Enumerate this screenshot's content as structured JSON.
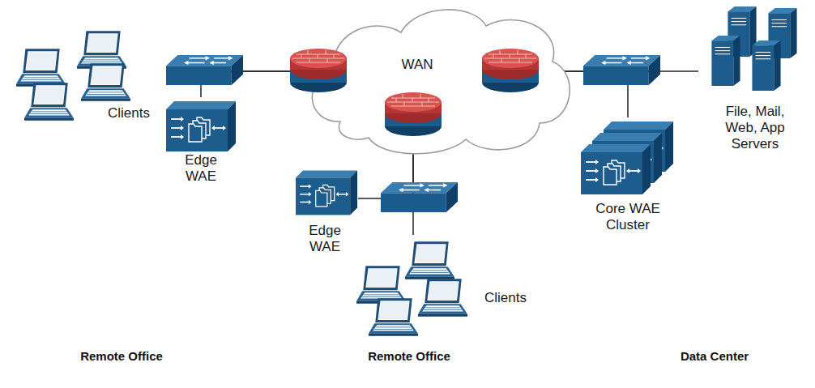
{
  "diagram": {
    "nodes": [
      {
        "text": [
          "Clients"
        ]
      },
      {
        "text": [
          "Edge WAE"
        ]
      },
      {
        "text": [
          "WAN"
        ]
      },
      {
        "text": [
          "Edge WAE"
        ]
      },
      {
        "text": [
          "Clients"
        ]
      },
      {
        "text": [
          "Core WAE Cluster"
        ]
      },
      {
        "text": [
          "File, Mail, Web, App Servers"
        ]
      }
    ],
    "edges": [
      {
        "from": 0,
        "to": 2,
        "arrow": "none"
      },
      {
        "from": 1,
        "to": 2,
        "arrow": "none"
      },
      {
        "from": 3,
        "to": 2,
        "arrow": "none"
      },
      {
        "from": 4,
        "to": 2,
        "arrow": "none"
      },
      {
        "from": 5,
        "to": 2,
        "arrow": "none"
      },
      {
        "from": 6,
        "to": 2,
        "arrow": "none"
      }
    ],
    "labels": [
      "Remote Office",
      "Remote Office",
      "Data Center"
    ]
  }
}
